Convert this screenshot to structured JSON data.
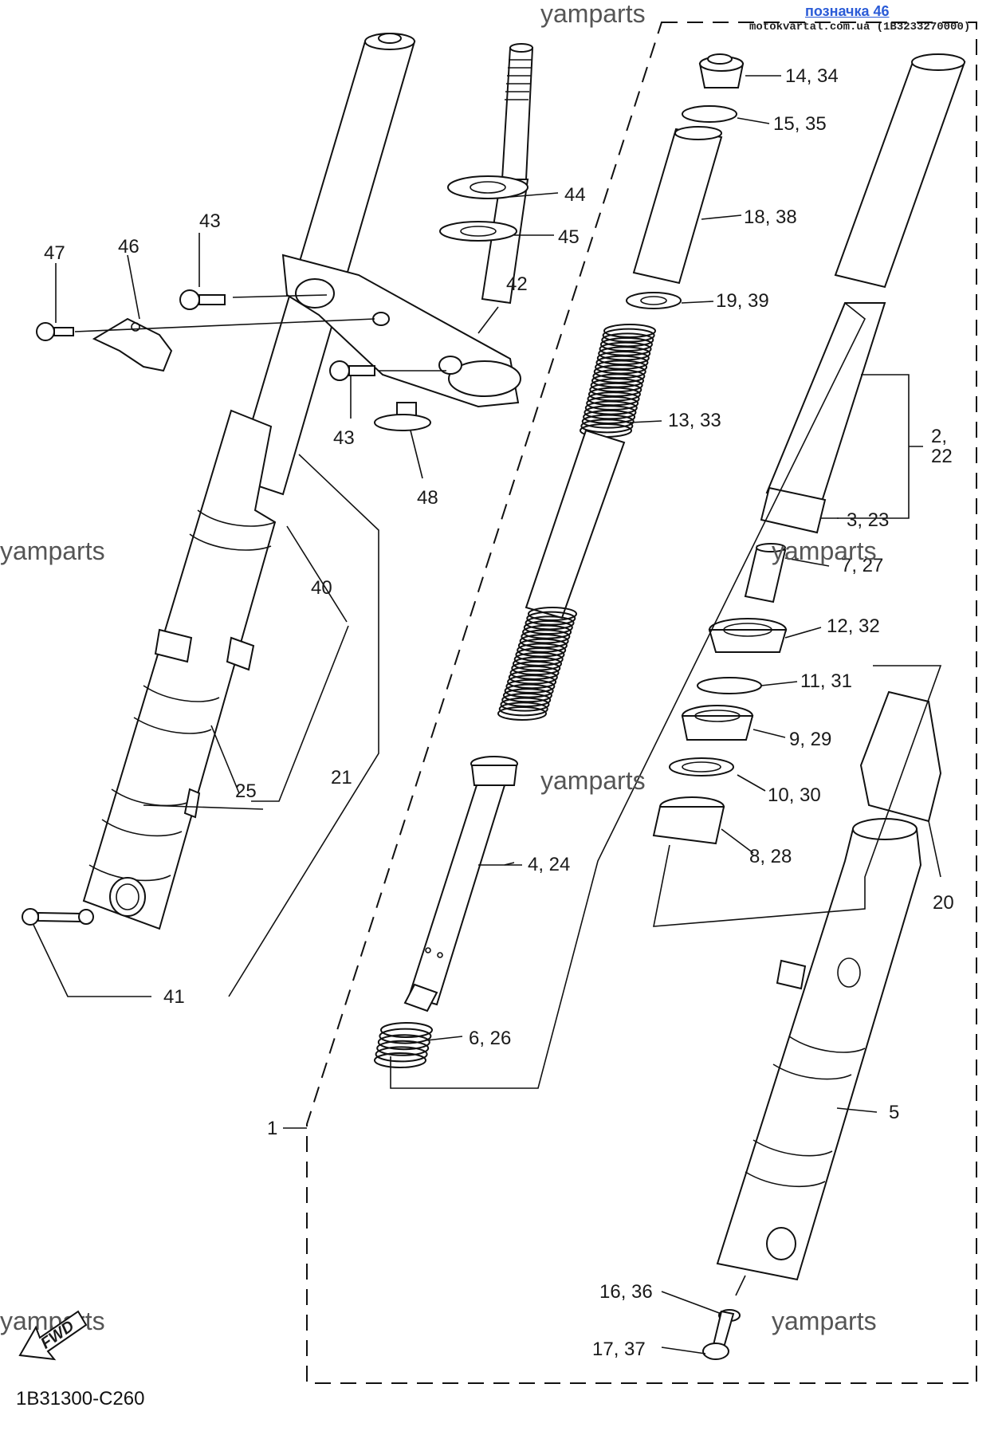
{
  "header": {
    "link_text": "позначка 46",
    "source_text": "motokvartal.com.ua (1B3233270000)"
  },
  "watermark": "yamparts",
  "diagram_code": "1B31300-C260",
  "fwd_label": "FWD",
  "callouts": {
    "c1": "1",
    "c2_22": "2,",
    "c2_22b": "22",
    "c3_23": "3, 23",
    "c4_24": "4, 24",
    "c5": "5",
    "c6_26": "6, 26",
    "c7_27": "7, 27",
    "c8_28": "8, 28",
    "c9_29": "9, 29",
    "c10_30": "10, 30",
    "c11_31": "11, 31",
    "c12_32": "12, 32",
    "c13_33": "13, 33",
    "c14_34": "14, 34",
    "c15_35": "15, 35",
    "c16_36": "16, 36",
    "c17_37": "17, 37",
    "c18_38": "18, 38",
    "c19_39": "19, 39",
    "c20": "20",
    "c21": "21",
    "c25": "25",
    "c40": "40",
    "c41": "41",
    "c42": "42",
    "c43a": "43",
    "c43b": "43",
    "c44": "44",
    "c45": "45",
    "c46": "46",
    "c47": "47",
    "c48": "48"
  },
  "colors": {
    "line": "#111111",
    "link": "#2a5bd7",
    "watermark": "#555555"
  }
}
